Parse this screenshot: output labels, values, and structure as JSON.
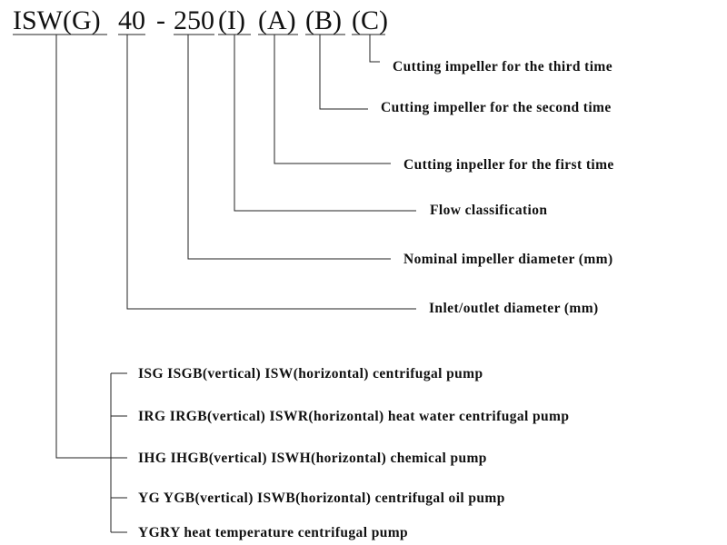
{
  "model_code": {
    "parts": [
      "ISW(G)",
      "40",
      "-",
      "250",
      "(I)",
      "(A)",
      "(B)",
      "(C)"
    ]
  },
  "annotations": [
    "Cutting impeller for the third time",
    "Cutting impeller for the second time",
    "Cutting inpeller for the first time",
    "Flow classification",
    "Nominal impeller diameter (mm)",
    "Inlet/outlet diameter (mm)"
  ],
  "pump_types": [
    "ISG ISGB(vertical) ISW(horizontal) centrifugal pump",
    "IRG IRGB(vertical) ISWR(horizontal) heat water centrifugal pump",
    "IHG IHGB(vertical) ISWH(horizontal) chemical pump",
    "YG YGB(vertical) ISWB(horizontal) centrifugal oil pump",
    "YGRY heat temperature centrifugal pump"
  ]
}
